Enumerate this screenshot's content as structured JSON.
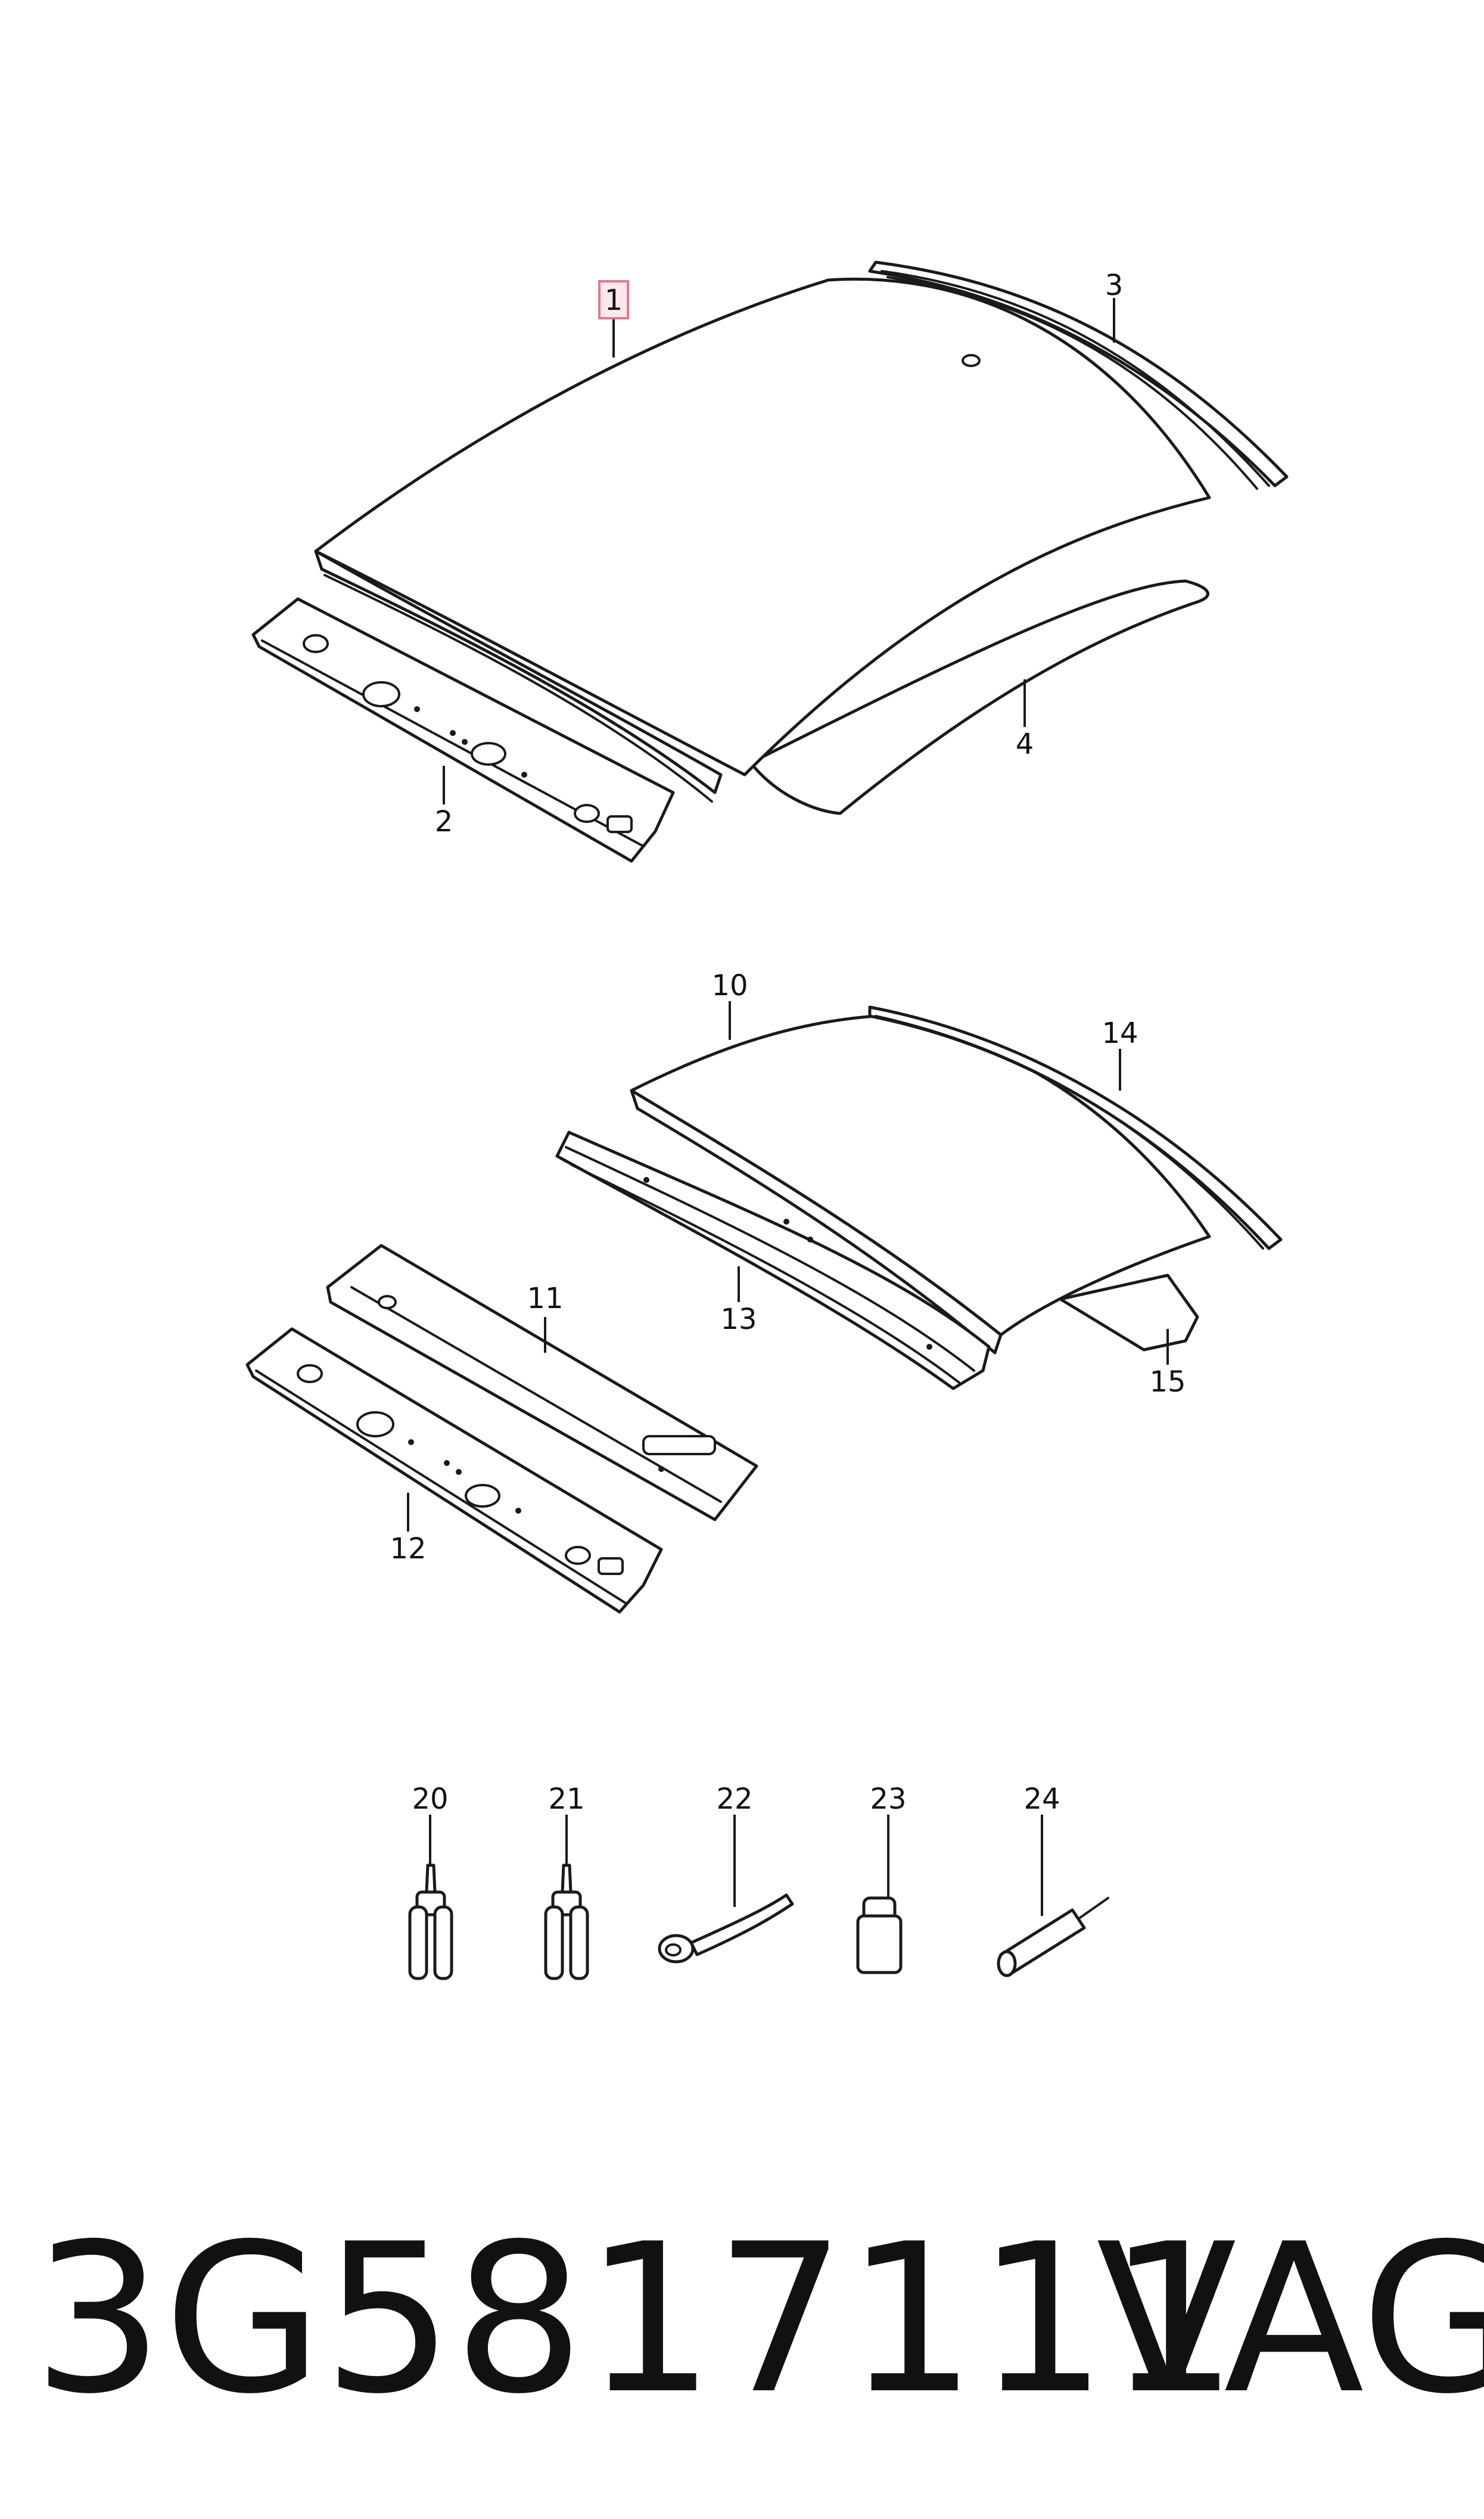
{
  "callouts": {
    "c1": "1",
    "c2": "2",
    "c3": "3",
    "c4": "4",
    "c10": "10",
    "c11": "11",
    "c12": "12",
    "c13": "13",
    "c14": "14",
    "c15": "15",
    "c20": "20",
    "c21": "21",
    "c22": "22",
    "c23": "23",
    "c24": "24"
  },
  "highlight_color": "#e07a8c",
  "footer": {
    "part_number": "3G5817111",
    "brand": "VAG"
  }
}
